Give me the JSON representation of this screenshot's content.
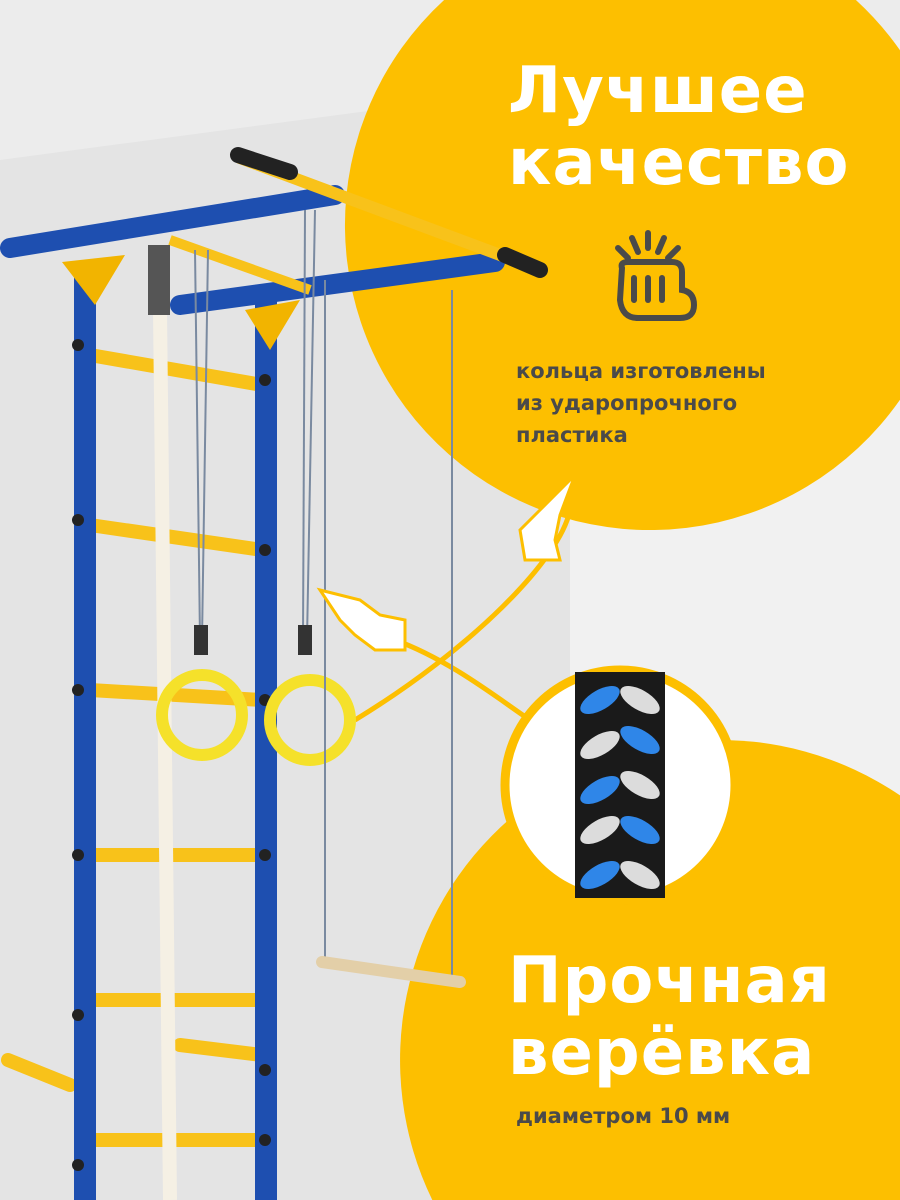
{
  "top_block": {
    "title_line1": "Лучшее",
    "title_line2": "качество",
    "icon": "fist-icon",
    "desc_line1": "кольца изготовлены",
    "desc_line2": "из ударопрочного",
    "desc_line3": "пластика"
  },
  "bottom_block": {
    "title_line1": "Прочная",
    "title_line2": "верёвка",
    "desc": "диаметром 10 мм"
  },
  "colors": {
    "accent": "#FDBF00",
    "text_dark": "#4A4A4A",
    "frame_blue": "#1E4FB0",
    "rung_yellow": "#F8C21A"
  }
}
